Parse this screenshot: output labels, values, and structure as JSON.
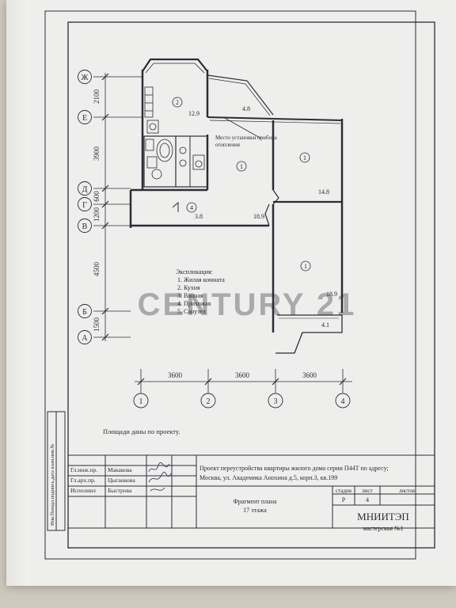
{
  "axes_letters": [
    "Ж",
    "Е",
    "Д",
    "Г",
    "В",
    "Б",
    "А"
  ],
  "axes_numbers": [
    "1",
    "2",
    "3",
    "4"
  ],
  "vertical_dims": [
    "2100",
    "3900",
    "600",
    "1200",
    "4500",
    "1500"
  ],
  "horizontal_dims": [
    "3600",
    "3600",
    "3600"
  ],
  "room_numbers": {
    "kitchen": "2",
    "living_mid": "1",
    "bedroom_right": "1",
    "room_bottom": "1",
    "hall": "4"
  },
  "areas": {
    "kitchen": "12.9",
    "loggia_top": "4.8",
    "bedroom_right": "14.8",
    "hall_small": "3.8",
    "hall_main": "18.9",
    "room_bottom": "18.9",
    "loggia_bottom": "4.1"
  },
  "note_heater": "Место установки прибора отопления",
  "legend": {
    "title": "Экспликация:",
    "items": [
      "1.  Жилая комната",
      "2.  Кухня",
      "3.  Ванная",
      "4.  Прихожая",
      "5.  Санузел"
    ]
  },
  "areas_note": "Площади даны по проекту.",
  "watermark": "CENTURY 21",
  "stamp": {
    "side_text": "Инв.№подл.подпись,дата взам.инв.№",
    "signers": [
      {
        "role": "Гл.инж.пр.",
        "name": "Макакова"
      },
      {
        "role": "Гл.арх.пр.",
        "name": "Цыганкова"
      },
      {
        "role": "Исполнил",
        "name": "Быстрова"
      }
    ],
    "project_line1": "Проект переустройства квартиры жилого дома серии П44Т по адресу;",
    "project_line2": "Москва, ул. Академика Анохина д.5, корп.3, кв.199",
    "headers": [
      "стадия",
      "лист",
      "листов"
    ],
    "stage": "Р",
    "sheet": "4",
    "sheets": "",
    "title_line1": "Фрагмент плана",
    "title_line2": "17 этажа",
    "org": "МНИИТЭП",
    "org_sub": "мастерская  №1"
  }
}
